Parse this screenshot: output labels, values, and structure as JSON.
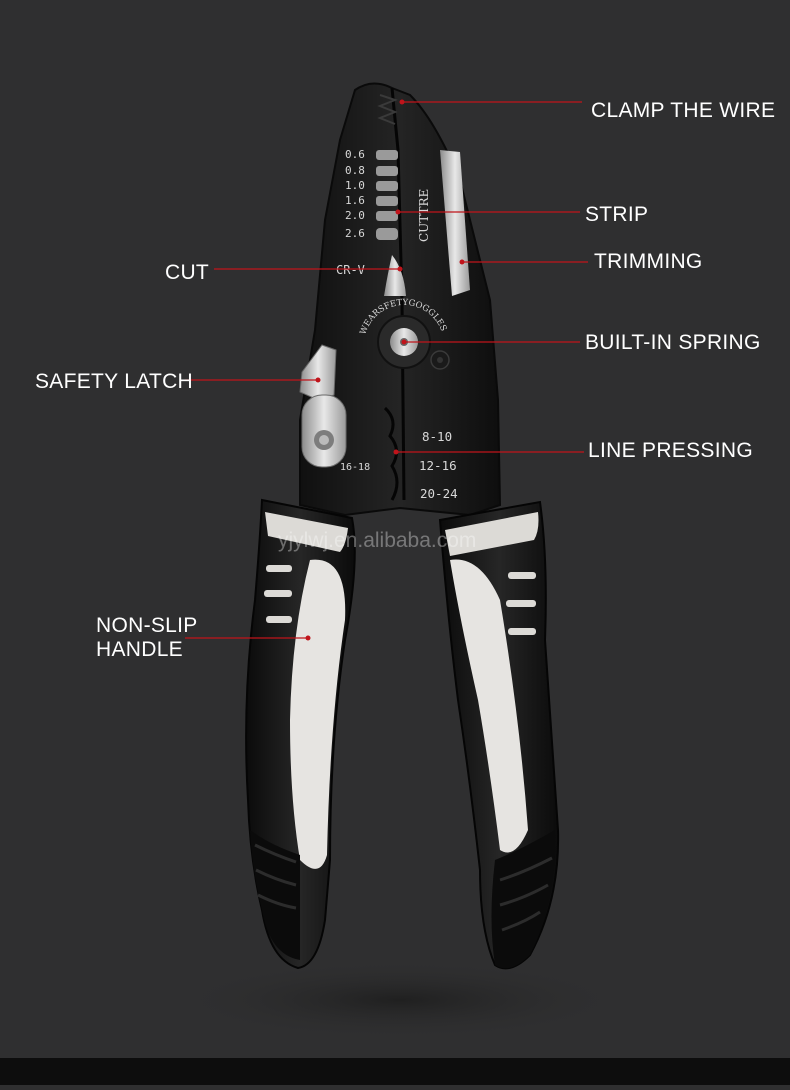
{
  "callouts": {
    "clamp": "CLAMP THE WIRE",
    "strip": "STRIP",
    "trimming": "TRIMMING",
    "cut": "CUT",
    "spring": "BUILT-IN SPRING",
    "latch": "SAFETY LATCH",
    "pressing": "LINE PRESSING",
    "handle_line1": "NON-SLIP",
    "handle_line2": "HANDLE"
  },
  "engravings": {
    "gauges": [
      "0.6",
      "0.8",
      "1.0",
      "1.6",
      "2.0",
      "2.6"
    ],
    "cutter": "CUTTRE",
    "material": "CR-V",
    "warning": "WEARSFETYGOGGLES",
    "crimp_right": [
      "8-10",
      "12-16",
      "20-24"
    ],
    "crimp_left": "16-18"
  },
  "watermark": "yjylwj.en.alibaba.com",
  "colors": {
    "background": "#2f2f30",
    "accent_line": "#c0141b",
    "handle_dark": "#141414",
    "handle_light": "#e6e4e1",
    "steel": "#1a1a1a",
    "chrome": "#c9c9c9"
  }
}
